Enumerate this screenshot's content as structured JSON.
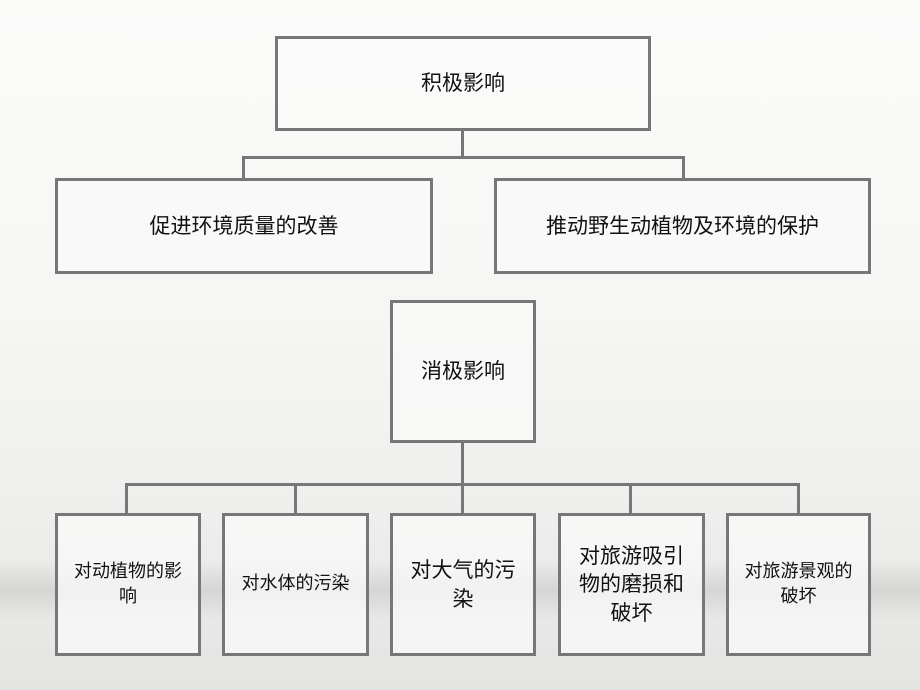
{
  "positive": {
    "title": "积极影响",
    "children": [
      "促进环境质量的改善",
      "推动野生动植物及环境的保护"
    ]
  },
  "negative": {
    "title": "消极影响",
    "children": [
      "对动植物的影响",
      "对水体的污染",
      "对大气的污染",
      "对旅游吸引物的磨损和破坏",
      "对旅游景观的破坏"
    ]
  }
}
